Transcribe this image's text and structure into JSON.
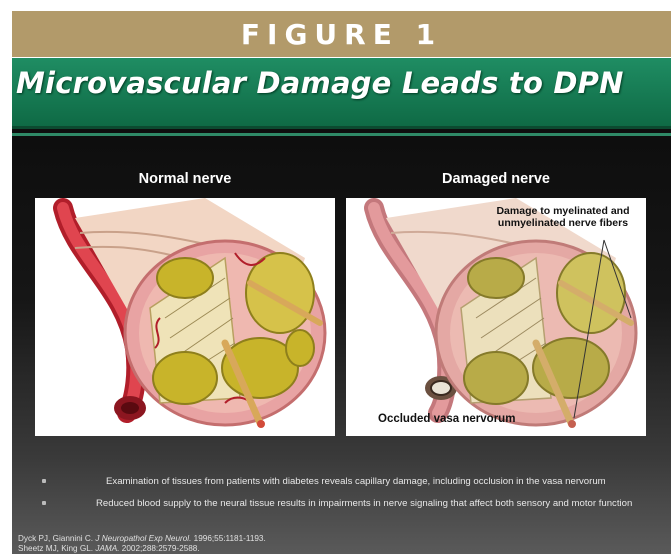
{
  "figure_label": "FIGURE 1",
  "slide": {
    "title": "Microvascular Damage Leads to DPN",
    "panels": [
      {
        "label": "Normal nerve"
      },
      {
        "label": "Damaged nerve",
        "callout": "Damage to myelinated and unmyelinated nerve fibers",
        "occlusion_label": "Occluded vasa nervorum"
      }
    ],
    "bullets": [
      "Examination of tissues from patients with diabetes reveals capillary damage, including occlusion in the vasa nervorum",
      "Reduced blood supply to the neural tissue results in impairments in nerve signaling that affect both sensory and motor function"
    ],
    "references": [
      {
        "authors": "Dyck PJ, Giannini C.",
        "journal": "J Neuropathol Exp Neurol.",
        "details": "1996;55:1181-1193."
      },
      {
        "authors": "Sheetz MJ, King GL.",
        "journal": "JAMA.",
        "details": "2002;288:2579-2588."
      }
    ]
  },
  "colors": {
    "banner": "#b29a6a",
    "title_bar": "#1f8d63",
    "artery": "#d2323a",
    "nerve_sheath": "#e8a3a3",
    "fascicle": "#c8b42a"
  }
}
